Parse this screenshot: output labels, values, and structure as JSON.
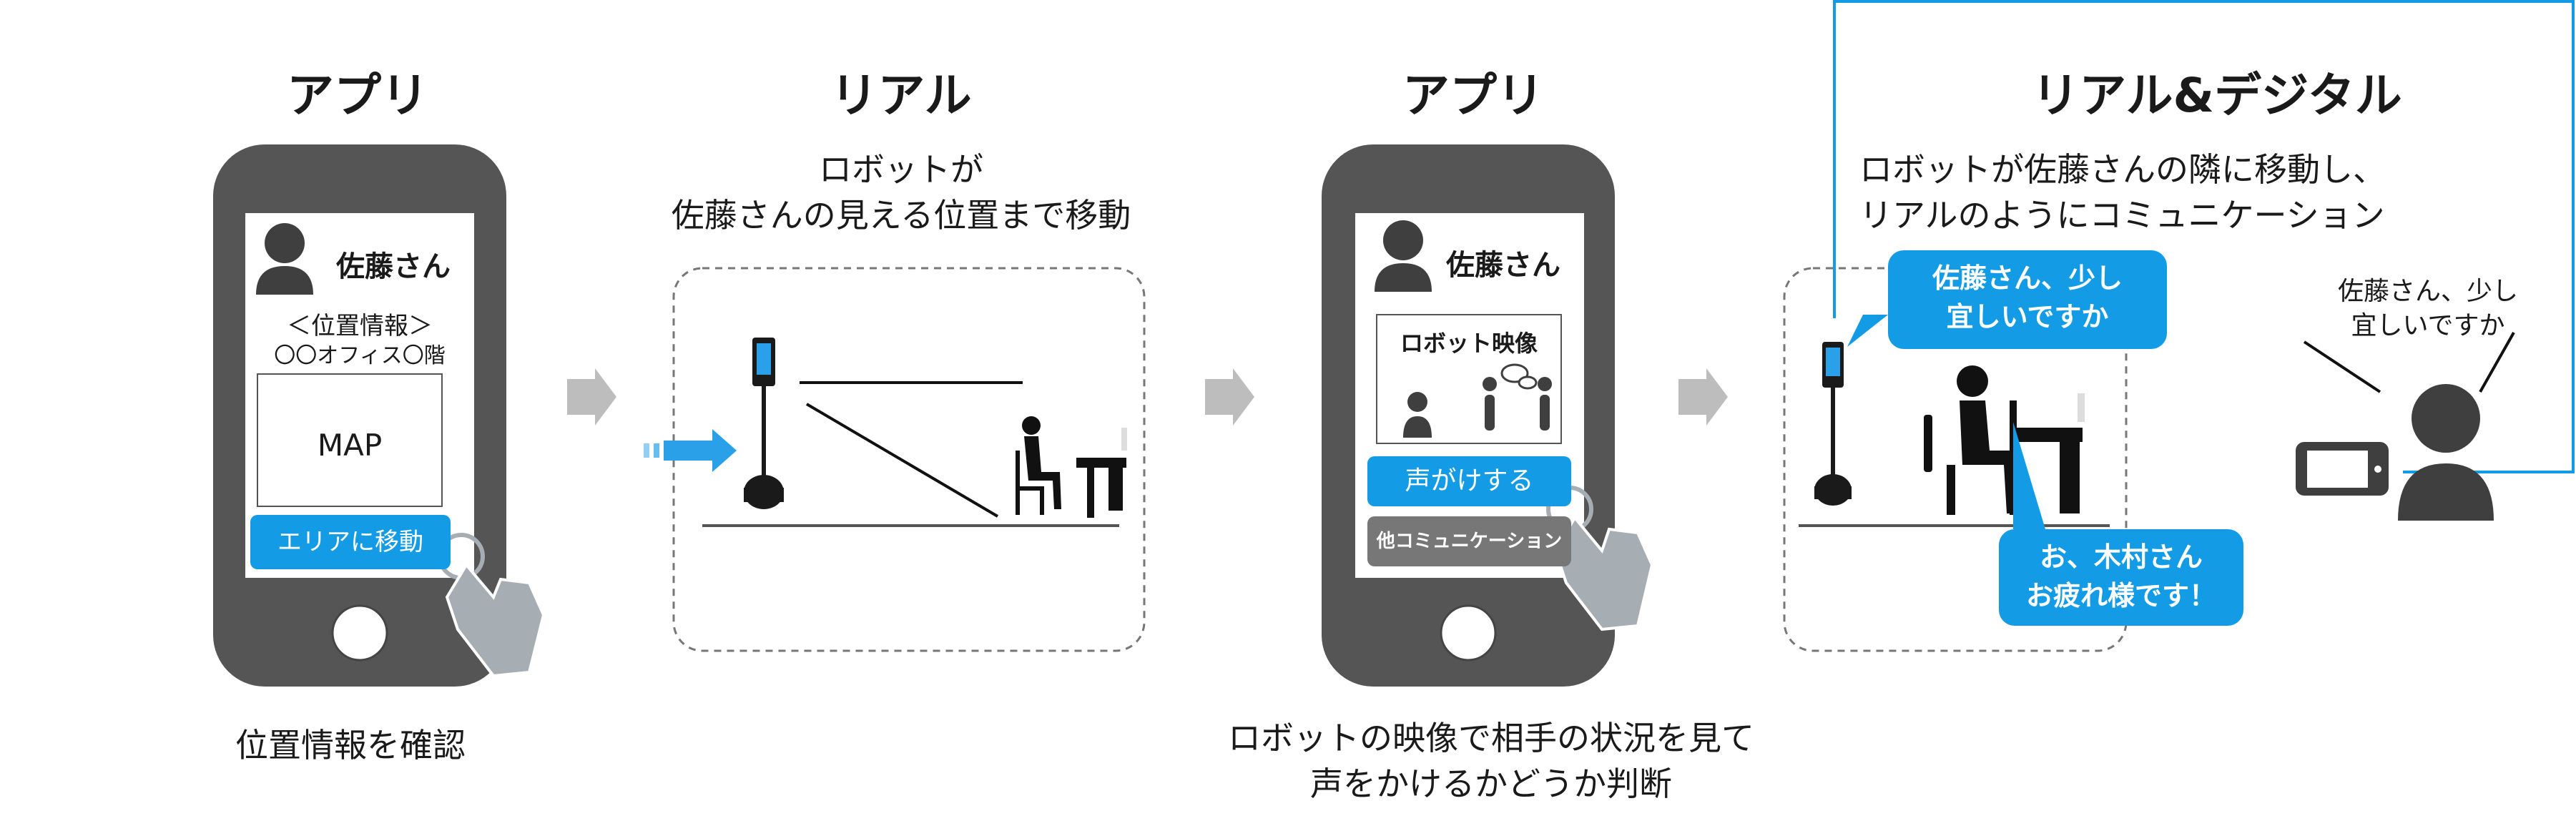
{
  "panels": [
    {
      "title": "アプリ",
      "caption_lines": [
        "位置情報を確認"
      ]
    },
    {
      "title": "リアル",
      "subtitle_lines": [
        "ロボットが",
        "佐藤さんの見える位置まで移動"
      ]
    },
    {
      "title": "アプリ",
      "caption_lines": [
        "ロボットの映像で相手の状況を見て",
        "声をかけるかどうか判断"
      ]
    },
    {
      "title": "リアル&デジタル",
      "subtitle_lines": [
        "ロボットが佐藤さんの隣に移動し、",
        "リアルのようにコミュニケーション"
      ]
    }
  ],
  "phone1": {
    "user_name": "佐藤さん",
    "location_header": "＜位置情報＞",
    "location_detail": "〇〇オフィス〇階",
    "map_label": "MAP",
    "move_button": "エリアに移動"
  },
  "phone2": {
    "user_name": "佐藤さん",
    "video_label": "ロボット映像",
    "call_button": "声がけする",
    "other_button": "他コミュニケーション"
  },
  "bubbles": {
    "robot_speech": [
      "佐藤さん、少し",
      "宜しいですか"
    ],
    "person_reply": [
      "お、木村さん",
      "お疲れ様です！"
    ],
    "remote_speech": [
      "佐藤さん、少し",
      "宜しいですか"
    ]
  },
  "colors": {
    "accent_blue": "#149be6",
    "phone_body": "#555555",
    "screen_bg": "#ffffff",
    "gray_button": "#777777",
    "arrow_gray": "#bdbdbd",
    "hand_gray": "#a6adb3",
    "dark_icon": "#3f3f3f"
  }
}
